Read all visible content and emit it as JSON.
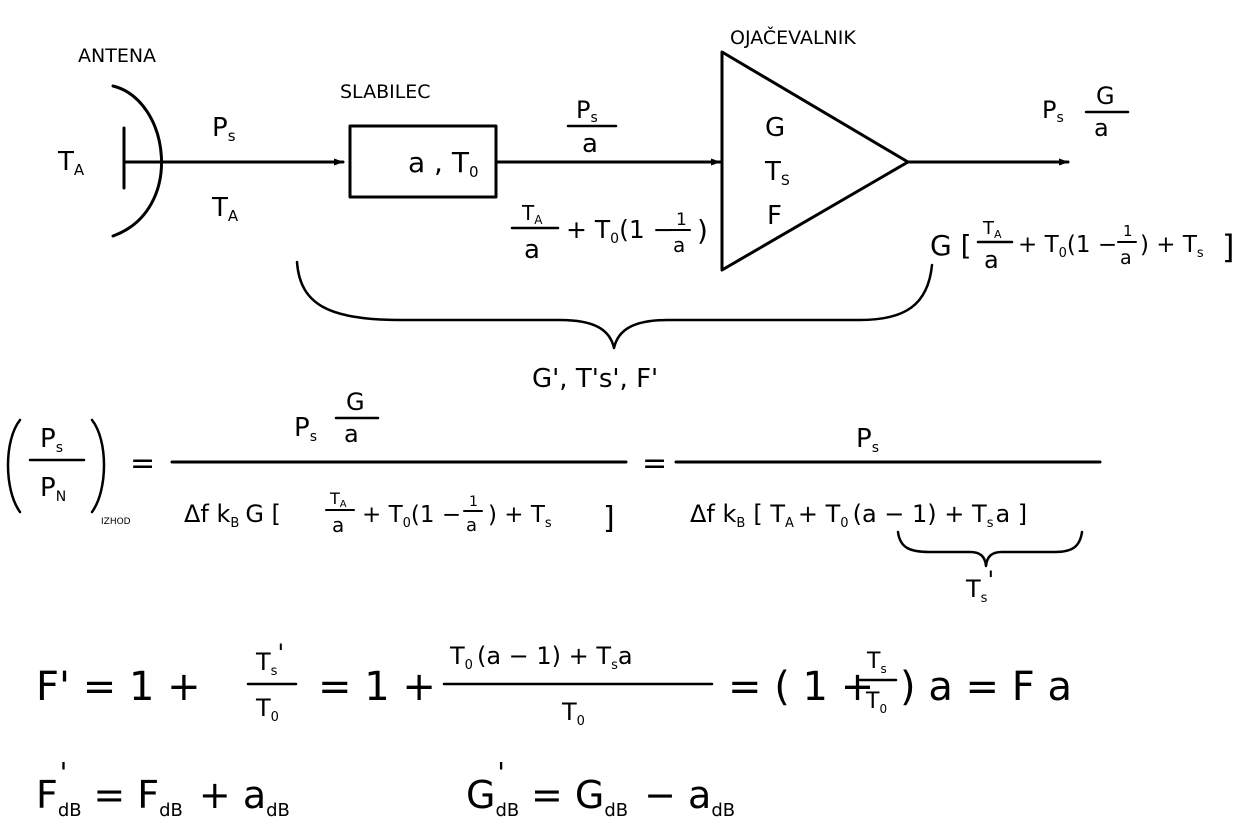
{
  "blocks": {
    "antenna_label": "ANTENA",
    "attenuator_label": "SLABILEC",
    "attenuator_params": "a , T",
    "attenuator_params_sub": "0",
    "amplifier_label": "OJAČEVALNIK",
    "amplifier_params": [
      "G",
      "T",
      "F"
    ],
    "amplifier_params_sub": [
      "",
      "S",
      ""
    ]
  },
  "signals": {
    "antenna_temp": "T",
    "antenna_temp_sub": "A",
    "ps": "P",
    "ps_sub": "s",
    "ta": "T",
    "ta_sub": "A",
    "mid_signal_num": "P",
    "mid_signal_num_sub": "s",
    "mid_signal_den": "a",
    "mid_noise_num": "T",
    "mid_noise_num_sub": "A",
    "mid_noise_den": "a",
    "mid_noise_rest": "+ T",
    "mid_noise_rest_sub": "0",
    "mid_noise_paren": "(1 −",
    "mid_noise_frac_num": "1",
    "mid_noise_frac_den": "a",
    "mid_noise_close": ")",
    "out_signal": "P",
    "out_signal_sub": "s",
    "out_signal_frac_num": "G",
    "out_signal_frac_den": "a",
    "out_noise_pre": "G [",
    "out_noise_num": "T",
    "out_noise_num_sub": "A",
    "out_noise_den": "a",
    "out_noise_mid": "+ T",
    "out_noise_mid_sub": "0",
    "out_noise_paren": "(1 −",
    "out_noise_frac_num": "1",
    "out_noise_frac_den": "a",
    "out_noise_end": ") + T",
    "out_noise_end_sub": "s",
    "out_noise_close": "]",
    "brace_label": "G', T's', F'"
  },
  "equations": {
    "snr_lhs_num": "P",
    "snr_lhs_num_sub": "s",
    "snr_lhs_den": "P",
    "snr_lhs_den_sub": "N",
    "snr_lhs_sub": "IZHOD",
    "eq1_num": "P",
    "eq1_num_sub": "s",
    "eq1_num_frac_num": "G",
    "eq1_num_frac_den": "a",
    "eq1_den_pre": "Δf k",
    "eq1_den_pre_sub": "B",
    "eq1_den_mid": "G [",
    "eq1_den_frac_num": "T",
    "eq1_den_frac_num_sub": "A",
    "eq1_den_frac_den": "a",
    "eq1_den_rest": "+ T",
    "eq1_den_rest_sub": "0",
    "eq1_den_paren": "(1 −",
    "eq1_den_small_num": "1",
    "eq1_den_small_den": "a",
    "eq1_den_end": ") + T",
    "eq1_den_end_sub": "s",
    "eq1_den_close": "]",
    "eq2_num": "P",
    "eq2_num_sub": "s",
    "eq2_den": "Δf k",
    "eq2_den_sub": "B",
    "eq2_den_rest": "[ T",
    "eq2_den_rest_sub": "A",
    "eq2_den_mid": "+ T",
    "eq2_den_mid_sub": "0",
    "eq2_den_tail": "(a − 1) + T",
    "eq2_den_tail_sub": "s",
    "eq2_den_tail2": "a ]",
    "eq2_brace_label": "T",
    "eq2_brace_label_sub": "s",
    "eq2_brace_label_prime": "'",
    "f_lhs": "F' = 1 +",
    "f_frac1_num": "T",
    "f_frac1_num_sub": "s",
    "f_frac1_num_prime": "'",
    "f_frac1_den": "T",
    "f_frac1_den_sub": "0",
    "f_mid": "= 1 +",
    "f_frac2_num_a": "T",
    "f_frac2_num_a_sub": "0",
    "f_frac2_num_b": "(a − 1) + T",
    "f_frac2_num_b_sub": "s",
    "f_frac2_num_c": "a",
    "f_frac2_den": "T",
    "f_frac2_den_sub": "0",
    "f_eq3": "= ( 1 +",
    "f_frac3_num": "T",
    "f_frac3_num_sub": "s",
    "f_frac3_den": "T",
    "f_frac3_den_sub": "0",
    "f_end": ") a  =  F a",
    "fdb_lhs": "F",
    "fdb_lhs_sub": "dB",
    "fdb_lhs_prime": "'",
    "fdb_rhs": "=  F",
    "fdb_rhs_sub": "dB",
    "fdb_rhs2": "+ a",
    "fdb_rhs2_sub": "dB",
    "gdb_lhs": "G",
    "gdb_lhs_sub": "dB",
    "gdb_lhs_prime": "'",
    "gdb_rhs": "=  G",
    "gdb_rhs_sub": "dB",
    "gdb_rhs2": "− a",
    "gdb_rhs2_sub": "dB"
  }
}
